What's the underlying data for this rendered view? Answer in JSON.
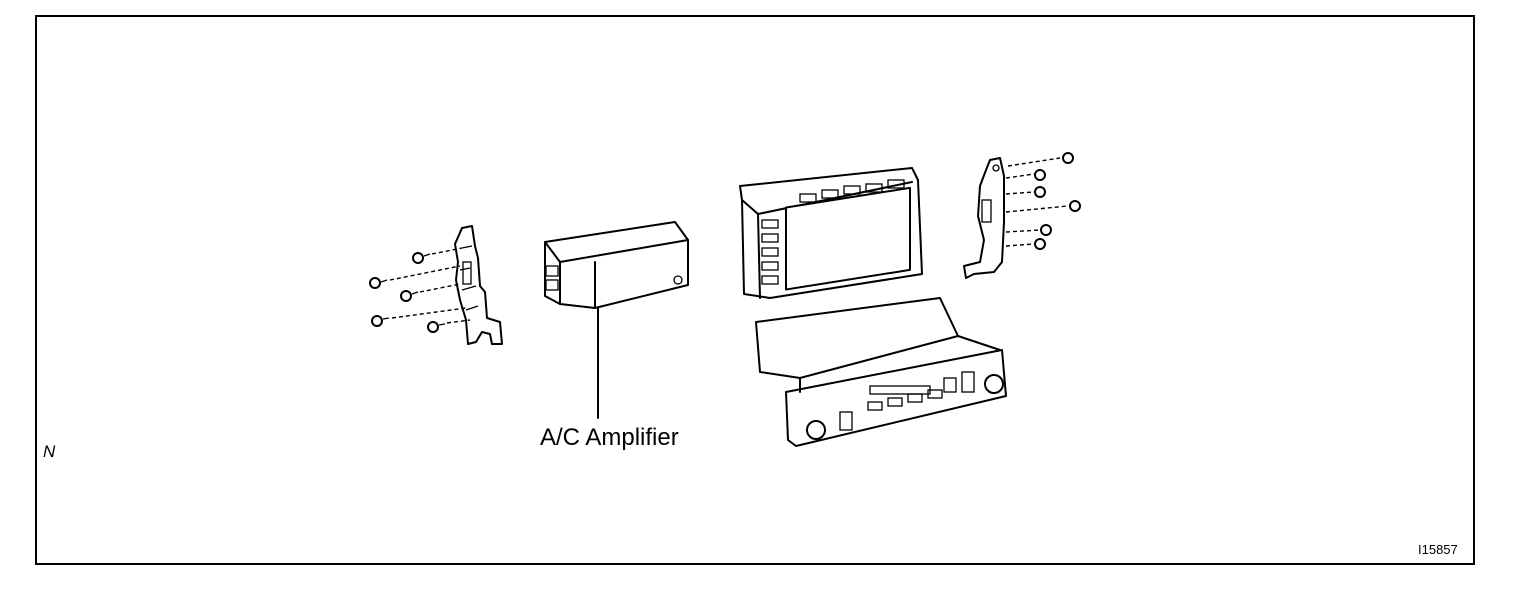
{
  "diagram": {
    "callout_label": "A/C Amplifier",
    "figure_id": "I15857",
    "corner_mark": "N"
  },
  "icons": [
    "left-bracket-icon",
    "ac-amplifier-icon",
    "display-unit-icon",
    "climate-control-panel-icon",
    "right-bracket-icon",
    "screw-icon"
  ]
}
